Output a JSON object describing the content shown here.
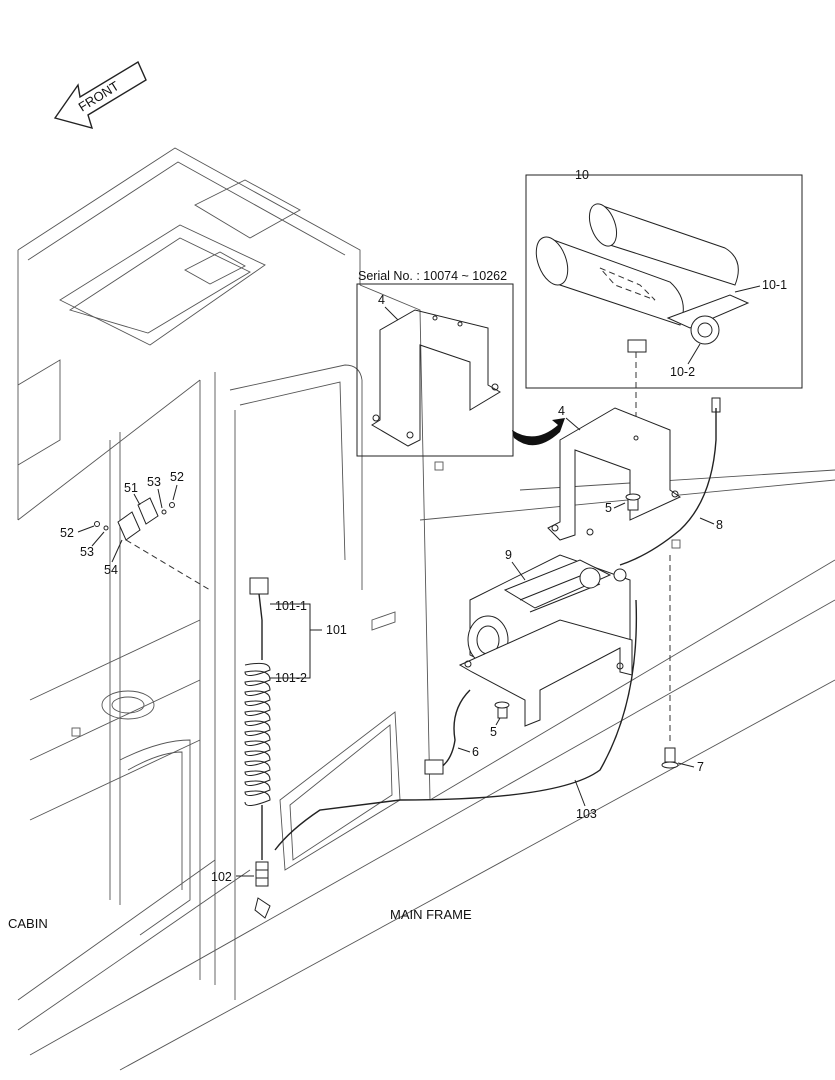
{
  "direction": {
    "label": "FRONT"
  },
  "regions": {
    "cabin": "CABIN",
    "main_frame": "MAIN FRAME"
  },
  "serial_inset": {
    "caption": "Serial No. : 10074 ~ 10262",
    "part": "4"
  },
  "tank_box": {
    "group": "10",
    "parts": [
      "10-1",
      "10-2"
    ]
  },
  "parts": {
    "p4": "4",
    "p5a": "5",
    "p5b": "5",
    "p6": "6",
    "p7": "7",
    "p8": "8",
    "p9": "9",
    "p51": "51",
    "p52a": "52",
    "p52b": "52",
    "p53a": "53",
    "p53b": "53",
    "p54": "54",
    "p101": "101",
    "p101_1": "101-1",
    "p101_2": "101-2",
    "p102": "102",
    "p103": "103"
  }
}
